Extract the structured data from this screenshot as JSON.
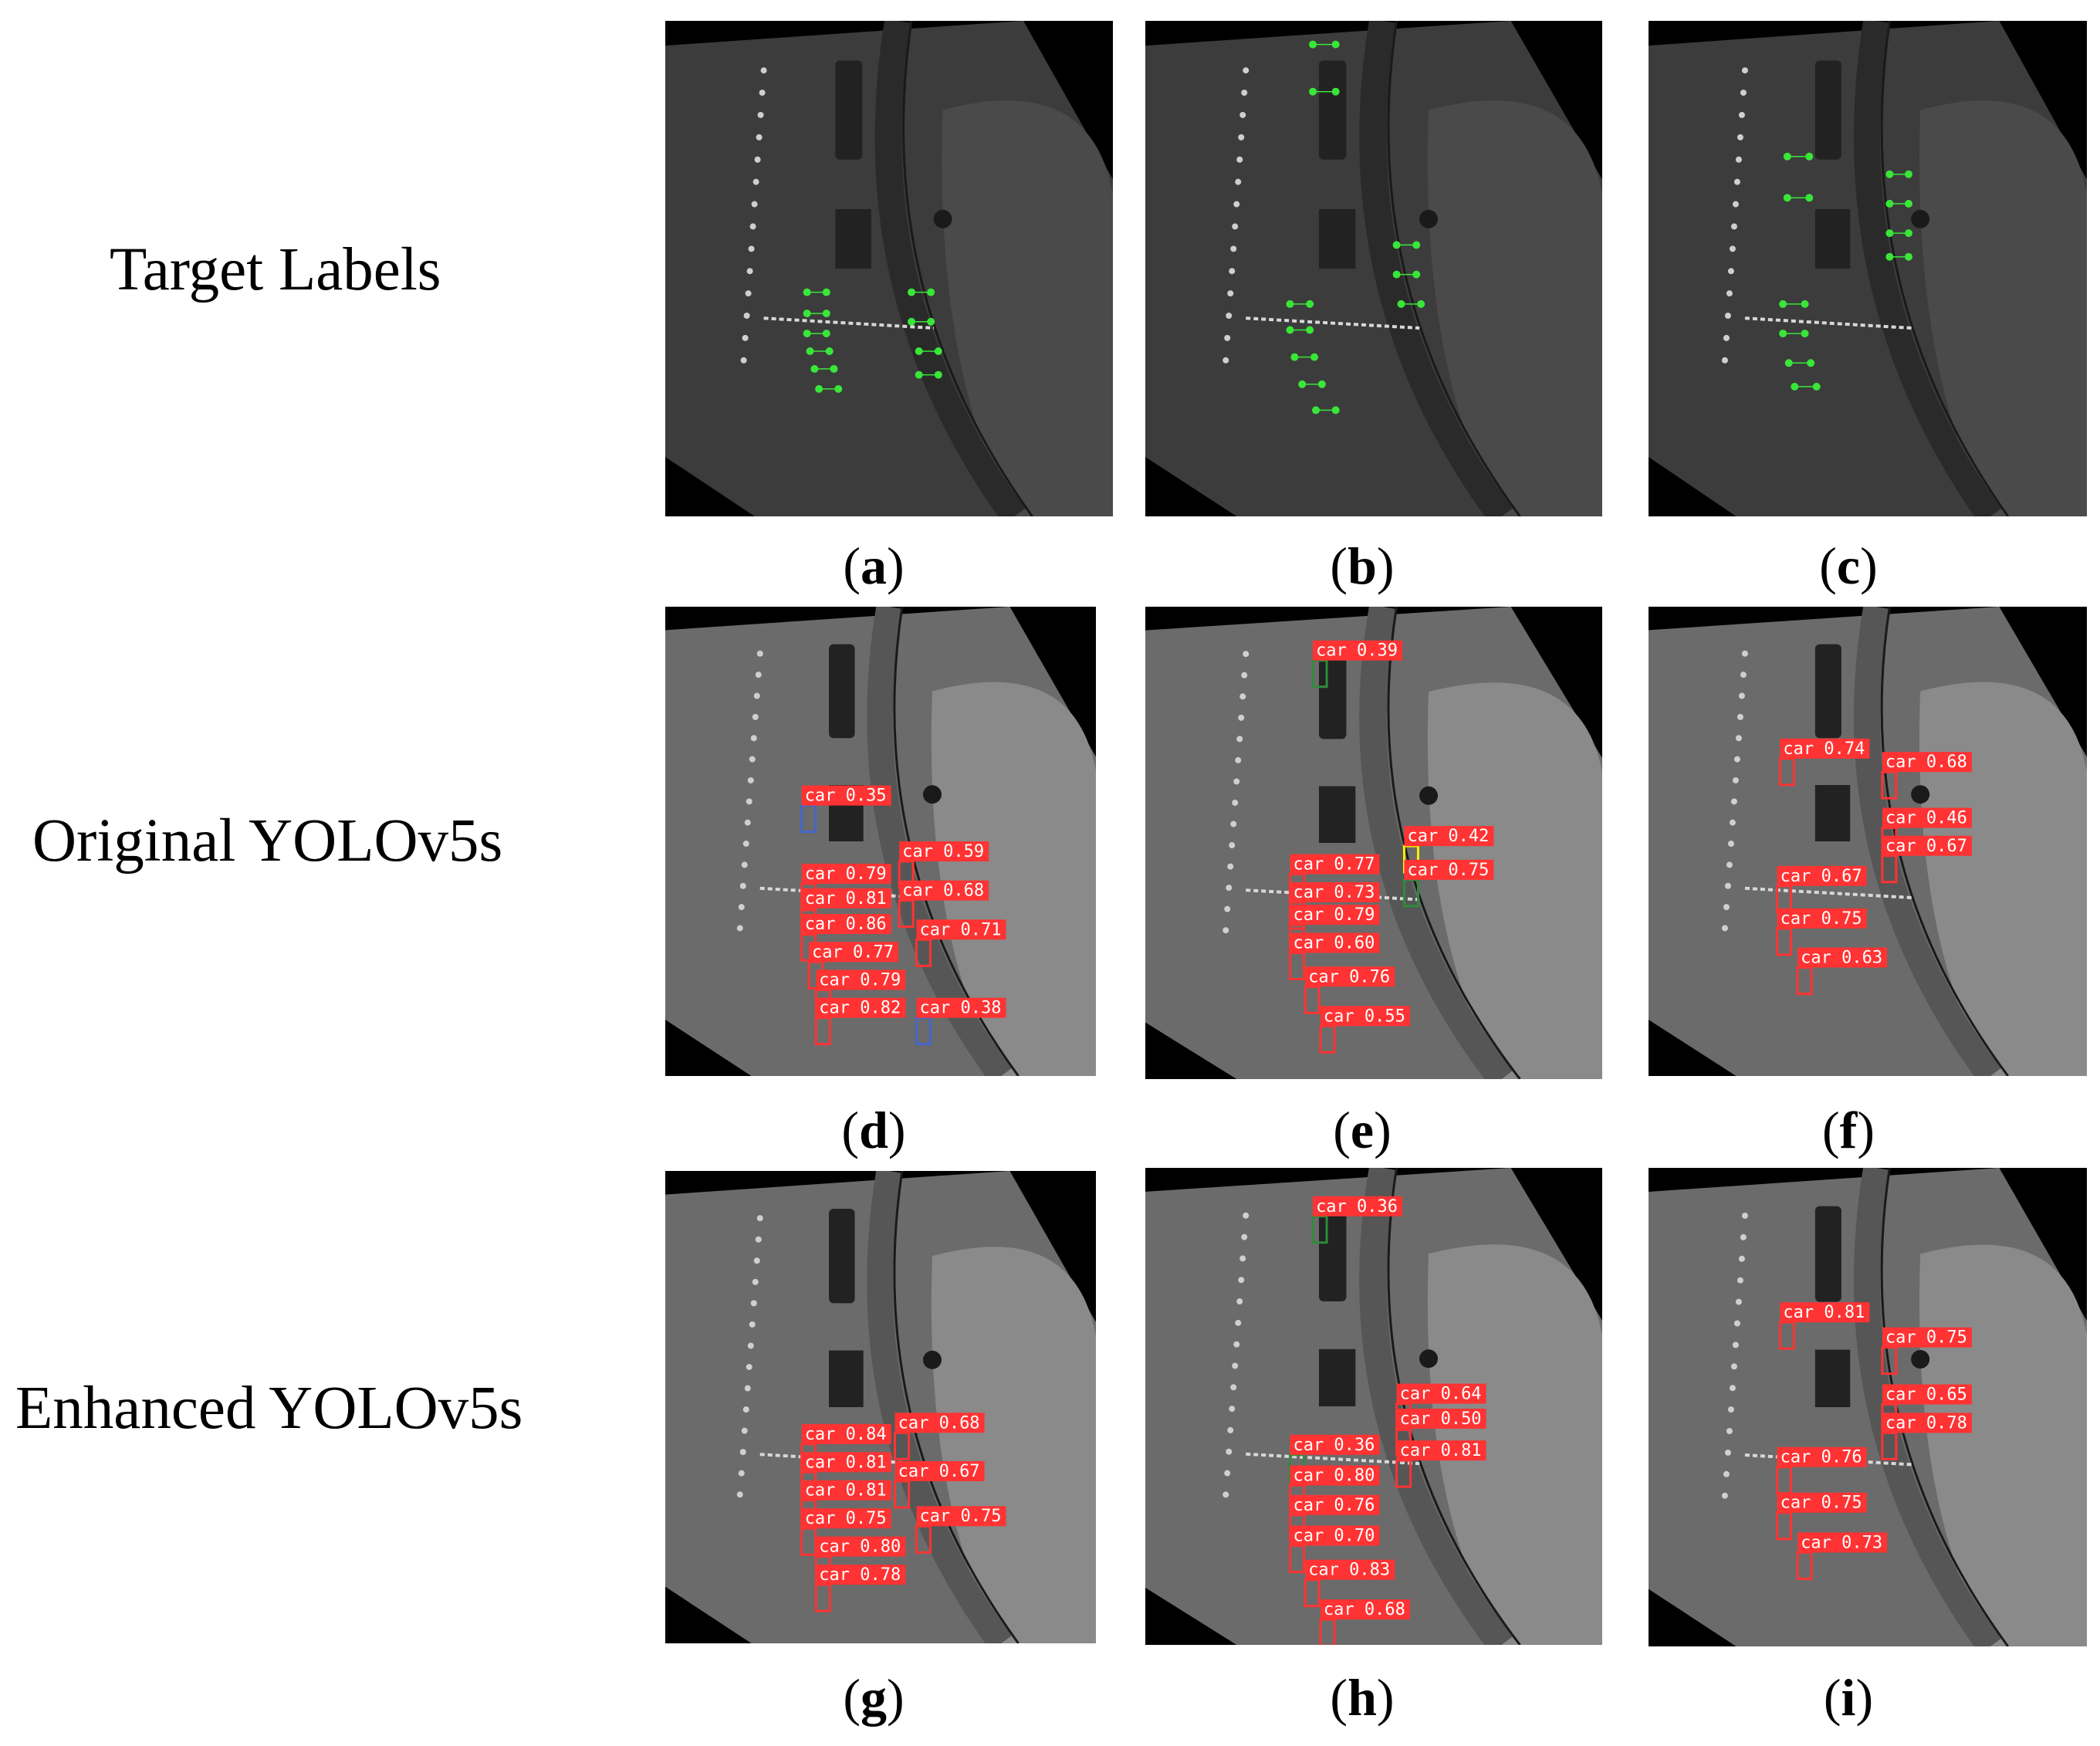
{
  "rows": [
    {
      "label": "Target Labels"
    },
    {
      "label": "Original YOLOv5s"
    },
    {
      "label": "Enhanced YOLOv5s"
    }
  ],
  "captions": {
    "a": {
      "open": "(",
      "letter": "a",
      "close": ")"
    },
    "b": {
      "open": "(",
      "letter": "b",
      "close": ")"
    },
    "c": {
      "open": "(",
      "letter": "c",
      "close": ")"
    },
    "d": {
      "open": "(",
      "letter": "d",
      "close": ")"
    },
    "e": {
      "open": "(",
      "letter": "e",
      "close": ")"
    },
    "f": {
      "open": "(",
      "letter": "f",
      "close": ")"
    },
    "g": {
      "open": "(",
      "letter": "g",
      "close": ")"
    },
    "h": {
      "open": "(",
      "letter": "h",
      "close": ")"
    },
    "i": {
      "open": "(",
      "letter": "i",
      "close": ")"
    }
  },
  "colors": {
    "label_dot": "#39e639",
    "box_red": "#ff3333",
    "box_green": "#2e8b3a",
    "box_blue": "#4466cc",
    "box_yellow": "#ffee00"
  },
  "detections": {
    "d": [
      "car 0.35",
      "car 0.79",
      "car 0.59",
      "car 0.81",
      "car 0.86",
      "car 0.68",
      "car 0.77",
      "car 0.71",
      "car 0.79",
      "car 0.82",
      "car 0.38"
    ],
    "e": [
      "car 0.39",
      "car 0.42",
      "car 0.77",
      "car 0.75",
      "car 0.73",
      "car 0.79",
      "car 0.60",
      "car 0.76",
      "car 0.55"
    ],
    "f": [
      "car 0.74",
      "car 0.68",
      "car 0.46",
      "car 0.67",
      "car 0.67",
      "car 0.75",
      "car 0.63"
    ],
    "g": [
      "car 0.84",
      "car 0.68",
      "car 0.81",
      "car 0.67",
      "car 0.81",
      "car 0.75",
      "car 0.75",
      "car 0.80",
      "car 0.78"
    ],
    "h": [
      "car 0.36",
      "car 0.64",
      "car 0.50",
      "car 0.36",
      "car 0.81",
      "car 0.80",
      "car 0.76",
      "car 0.70",
      "car 0.83",
      "car 0.68"
    ],
    "i": [
      "car 0.81",
      "car 0.75",
      "car 0.65",
      "car 0.78",
      "car 0.76",
      "car 0.75",
      "car 0.73"
    ]
  }
}
